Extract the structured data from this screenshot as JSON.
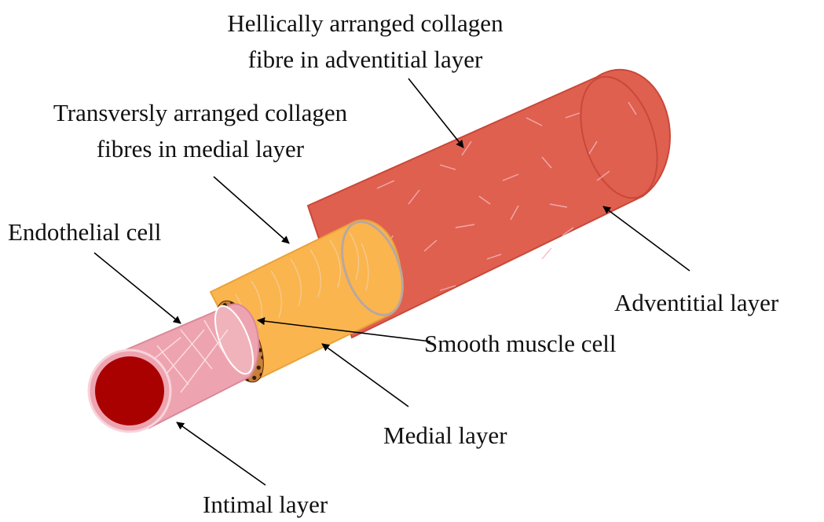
{
  "labels": {
    "helical_line1": "Hellically arranged collagen",
    "helical_line2": "fibre in adventitial layer",
    "transverse_line1": "Transversly arranged collagen",
    "transverse_line2": "fibres in medial layer",
    "endothelial": "Endothelial cell",
    "adventitial": "Adventitial layer",
    "smooth_muscle": "Smooth muscle cell",
    "medial": "Medial layer",
    "intimal": "Intimal layer"
  },
  "colors": {
    "adventitia": "#e0604f",
    "adventitia_edge": "#c9483a",
    "media": "#fbb54e",
    "media_edge": "#eaa23a",
    "intima": "#eea4b0",
    "intima_edge": "#d98a98",
    "lumen": "#a90000",
    "muscle_ring": "#8a4a1a",
    "fibre": "#f4d6dc",
    "arrow": "#000000"
  }
}
